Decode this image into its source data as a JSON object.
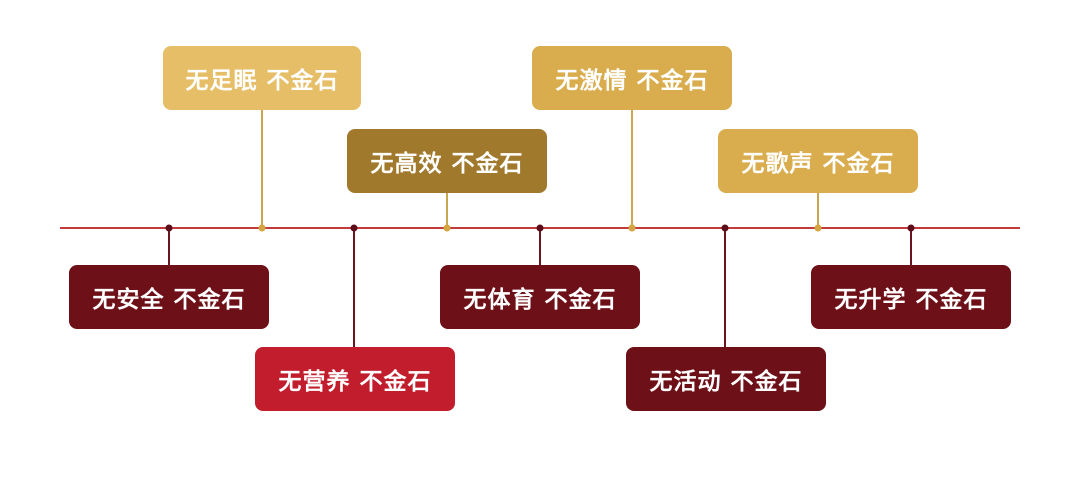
{
  "timeline": {
    "top_items": [
      {
        "label": "无足眠 不金石"
      },
      {
        "label": "无高效 不金石"
      },
      {
        "label": "无激情 不金石"
      },
      {
        "label": "无歌声 不金石"
      }
    ],
    "bottom_items": [
      {
        "label": "无安全 不金石"
      },
      {
        "label": "无营养 不金石"
      },
      {
        "label": "无体育 不金石"
      },
      {
        "label": "无活动 不金石"
      },
      {
        "label": "无升学 不金石"
      }
    ]
  },
  "colors": {
    "line": "#c23a3a",
    "gold_light": "#e6be68",
    "gold_dark": "#a0792c",
    "gold_mid": "#d9ad4e",
    "red_dark": "#6e1017",
    "red_bright": "#c11d2c"
  }
}
